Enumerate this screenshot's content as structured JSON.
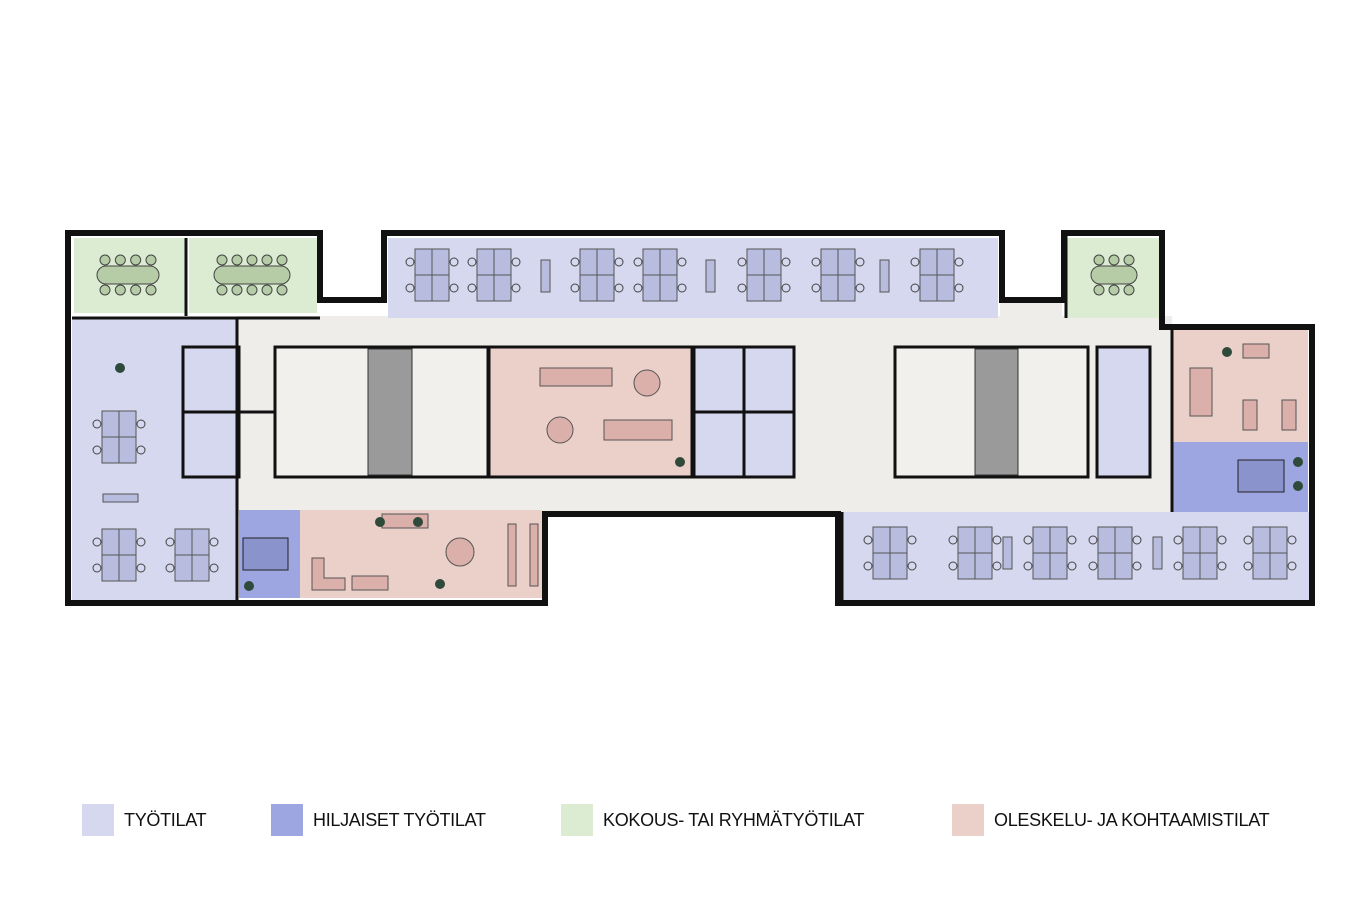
{
  "legend": [
    {
      "label": "TYÖTILAT",
      "color": "#d5d8ee"
    },
    {
      "label": "HILJAISET TYÖTILAT",
      "color": "#9da6e1"
    },
    {
      "label": "KOKOUS- TAI RYHMÄTYÖTILAT",
      "color": "#dbecd3"
    },
    {
      "label": "OLESKELU- JA KOHTAAMISTILAT",
      "color": "#ebcfc9"
    }
  ],
  "colors": {
    "corridor": "#efedea",
    "wall": "#111111",
    "desk": "#b8bde0",
    "meeting_table": "#b5cca6",
    "lounge_furniture": "#dcb0aa",
    "core": "#9a9a9a",
    "plant": "#2f4a3a"
  }
}
